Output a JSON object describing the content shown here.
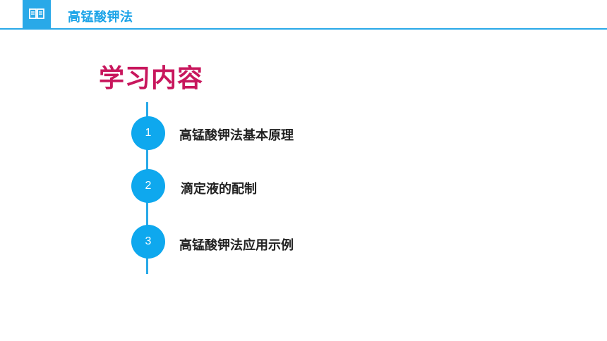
{
  "header": {
    "title": "高锰酸钾法",
    "icon": "open-book-icon",
    "accent_color": "#29a9e8"
  },
  "section": {
    "title": "学习内容",
    "title_color": "#c8175d"
  },
  "steps": [
    {
      "number": "1",
      "label": "高锰酸钾法基本原理"
    },
    {
      "number": "2",
      "label": "滴定液的配制"
    },
    {
      "number": "3",
      "label": "高锰酸钾法应用示例"
    }
  ]
}
